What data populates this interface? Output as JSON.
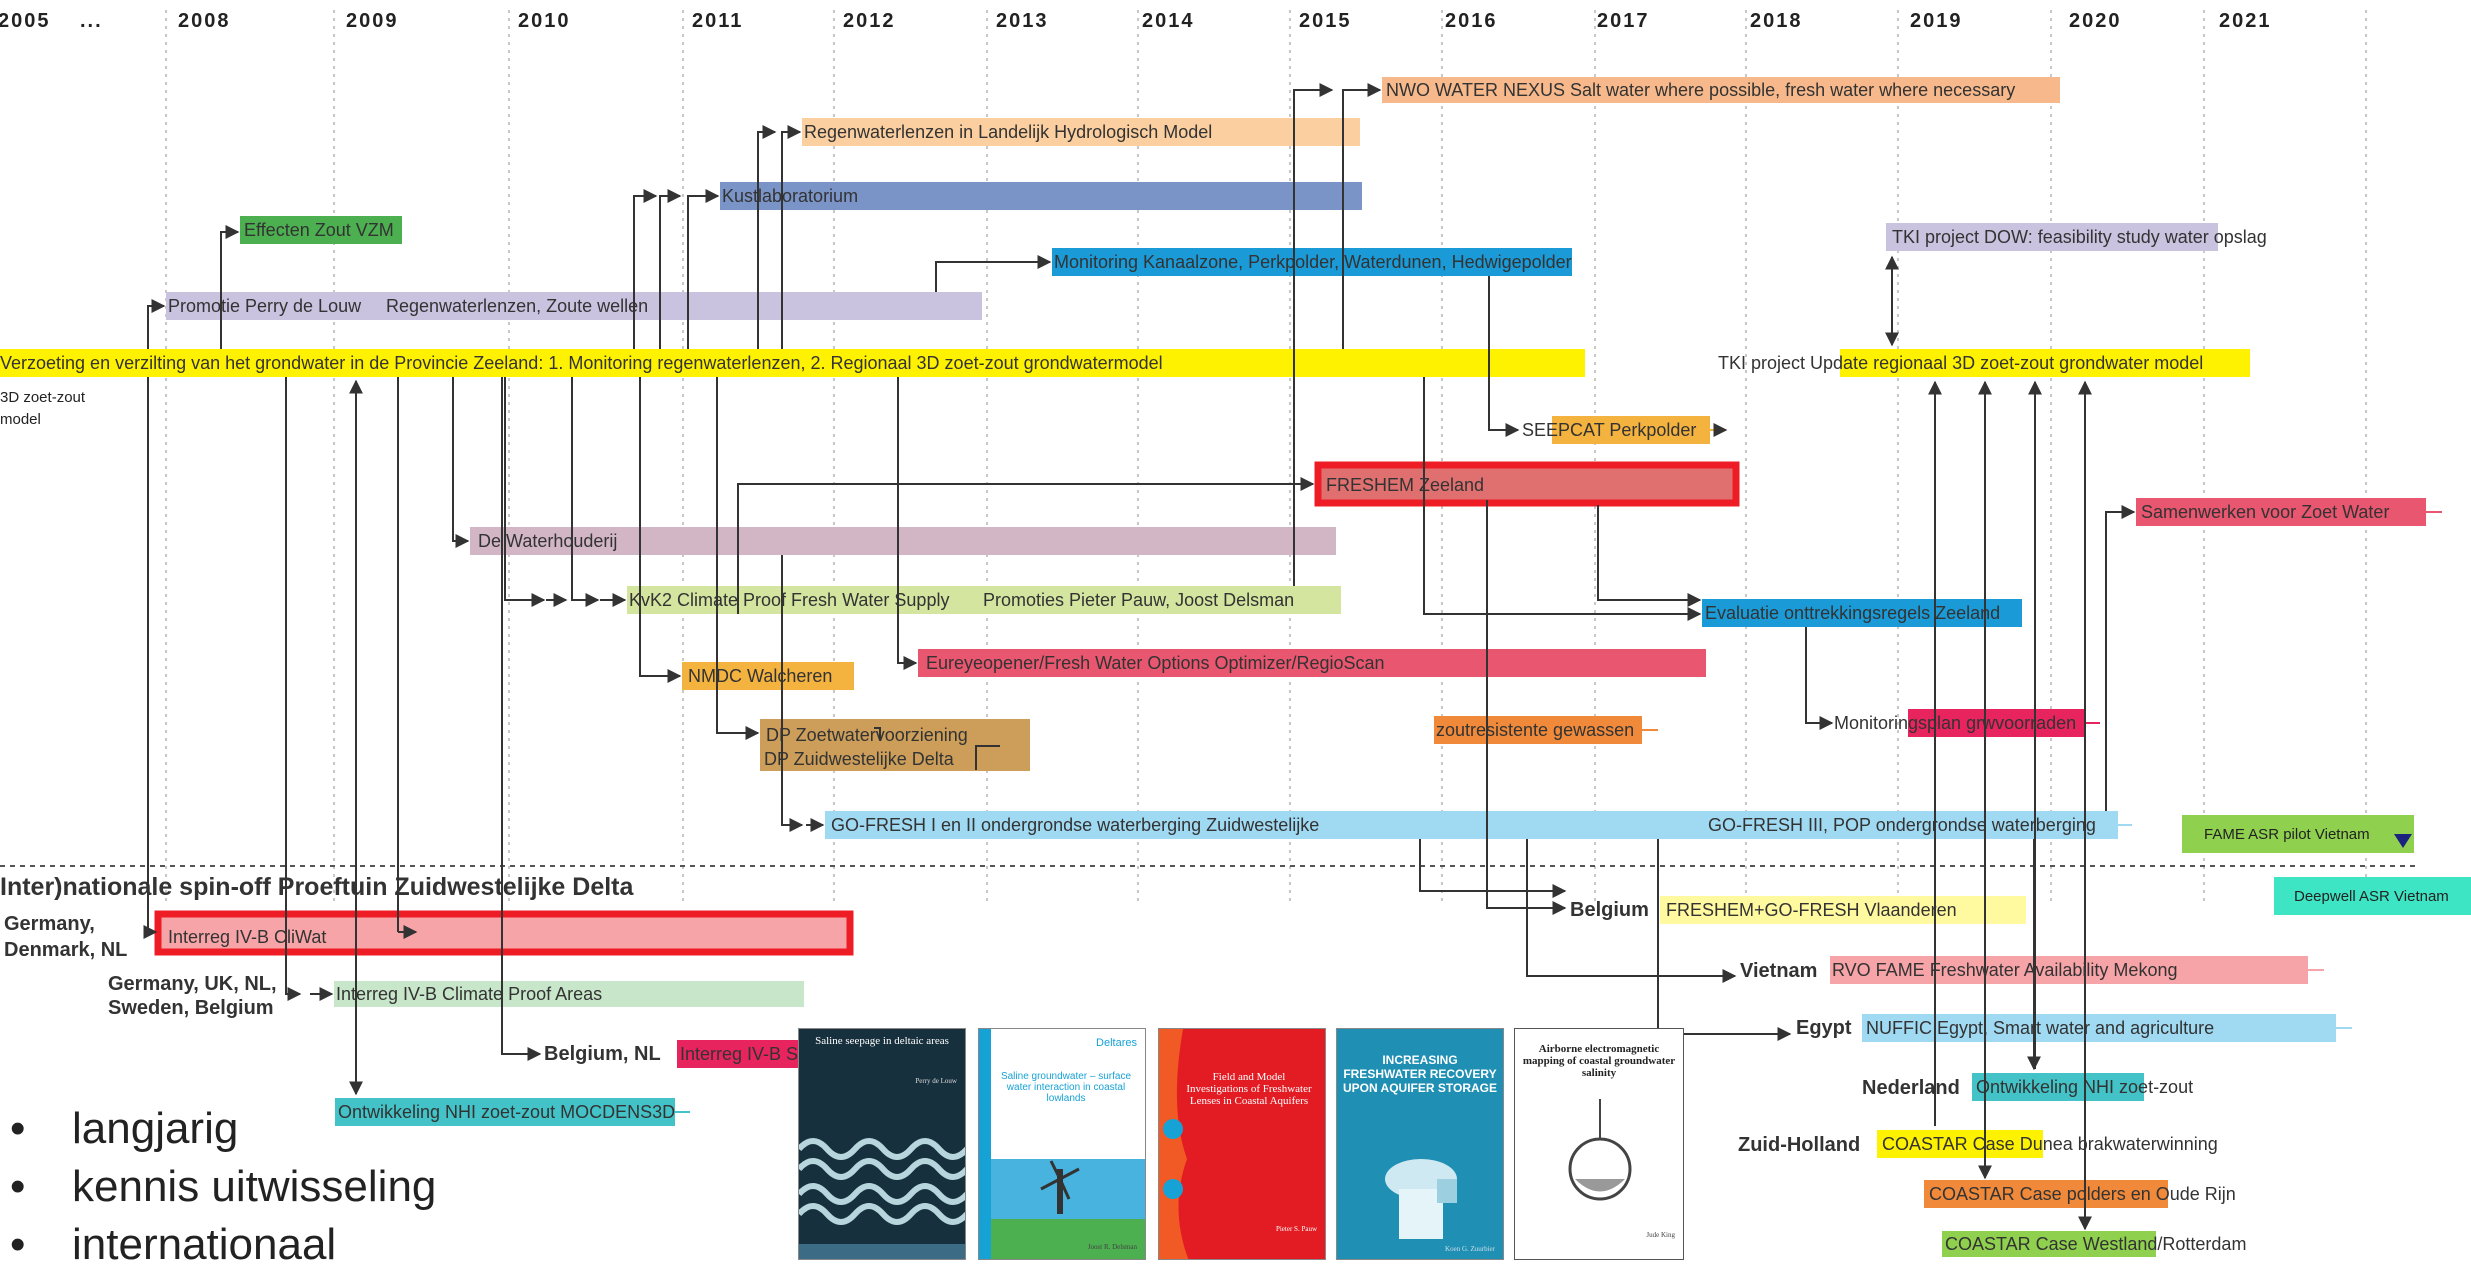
{
  "years": [
    "2005",
    "...",
    "2008",
    "2009",
    "2010",
    "2011",
    "2012",
    "2013",
    "2014",
    "2015",
    "2016",
    "2017",
    "2018",
    "2019",
    "2020",
    "2021"
  ],
  "projects": {
    "nwo_water_nexus": "NWO WATER NEXUS Salt water where possible, fresh water where necessary",
    "regenwaterlenzen_lhm": "Regenwaterlenzen in Landelijk Hydrologisch Model",
    "kustlaboratorium": "Kustlaboratorium",
    "effecten_zout_vzm": "Effecten Zout VZM",
    "monitoring_kanaalzone": "Monitoring Kanaalzone, Perkpolder, Waterdunen, Hedwigepolder",
    "tki_dow": "TKI project DOW: feasibility study water opslag",
    "promotie_perry": "Promotie Perry de Louw",
    "regenwaterlenzen_zoute_wellen": "Regenwaterlenzen, Zoute wellen",
    "verzoeting_main": "Verzoeting en verzilting van het grondwater in de Provincie Zeeland: 1. Monitoring regenwaterlenzen, 2. Regionaal 3D zoet-zout grondwatermodel",
    "tki_update": "TKI project Update regionaal 3D zoet-zout grondwater model",
    "left_clip_line1": "3D zoet-zout",
    "left_clip_line2": "model",
    "seepcat": "SEEPCAT Perkpolder",
    "freshem_zeeland": "FRESHEM Zeeland",
    "samenwerken": "Samenwerken voor Zoet Water",
    "waterhouderij": "De Waterhouderij",
    "kvk2": "KvK2 Climate Proof Fresh Water Supply",
    "promoties_pauw": "Promoties Pieter Pauw, Joost Delsman",
    "evaluatie": "Evaluatie onttrekkingsregels Zeeland",
    "eureyeopener": "Eureyeopener/Fresh Water Options Optimizer/RegioScan",
    "nmdc": "NMDC Walcheren",
    "dp_zoetwater": "DP Zoetwatervoorziening",
    "dp_zuidwestelijke": "DP Zuidwestelijke Delta",
    "zoutresistente": "zoutresistente gewassen",
    "monitoringsplan": "Monitoringsplan grwvoorraden",
    "gofresh_1_2": "GO-FRESH I en II ondergrondse waterberging Zuidwestelijke",
    "gofresh_3": "GO-FRESH III, POP ondergrondse waterberging",
    "fame_asr": "FAME ASR pilot Vietnam",
    "deepwell_asr": "Deepwell ASR Vietnam",
    "interreg_cliwat": "Interreg IV-B CliWat",
    "interreg_cpa": "Interreg IV-B Climate Proof Areas",
    "interreg_ivb_s": "Interreg IV-B S",
    "nhi_mocdens": "Ontwikkeling NHI zoet-zout MOCDENS3D",
    "freshem_gofresh_vl": "FRESHEM+GO-FRESH Vlaanderen",
    "rvo_fame": "RVO FAME Freshwater Availability Mekong",
    "nuffic_egypt": "NUFFIC Egypt, Smart water and agriculture",
    "nhi_zoet_zout": "Ontwikkeling NHI zoet-zout",
    "coastar_dunea": "COASTAR Case Dunea brakwaterwinning",
    "coastar_polders": "COASTAR Case polders en Oude Rijn",
    "coastar_westland": "COASTAR Case Westland/Rotterdam"
  },
  "section_heading": "Inter)nationale spin-off Proeftuin Zuidwestelijke Delta",
  "regions": {
    "gdn_line1": "Germany,",
    "gdn_line2": "Denmark, NL",
    "gusb_line1": "Germany, UK, NL,",
    "gusb_line2": "Sweden, Belgium",
    "belgium_nl": "Belgium, NL",
    "belgium": "Belgium",
    "vietnam": "Vietnam",
    "egypt": "Egypt",
    "nederland": "Nederland",
    "zuid_holland": "Zuid-Holland"
  },
  "bullets": [
    "langjarig",
    "kennis uitwisseling",
    "internationaal"
  ],
  "covers": [
    {
      "title": "Saline seepage in deltaic areas",
      "author": "Perry de Louw"
    },
    {
      "title": "Saline groundwater – surface water interaction in coastal lowlands",
      "author": "Joost R. Delsman",
      "brand": "Deltares"
    },
    {
      "title": "Field and Model Investigations of Freshwater Lenses in Coastal Aquifers",
      "author": "Pieter S. Pauw"
    },
    {
      "title": "INCREASING FRESHWATER RECOVERY UPON AQUIFER STORAGE",
      "author": "Koen G. Zuurbier"
    },
    {
      "title": "Airborne electromagnetic mapping of coastal groundwater salinity",
      "author": "Jude King"
    }
  ],
  "colors": {
    "yellow": "#fff200",
    "lavender": "#c9c3e0",
    "peach": "#fbcfa0",
    "blue": "#7a94c8",
    "green": "#4caf50",
    "cyan": "#1a9ad7",
    "orange": "#f4b23f",
    "pink": "#e07070",
    "red": "#ee1c25",
    "mauve": "#d3b6c6",
    "olive": "#d4e5a0",
    "crimson": "#e8566f",
    "tan": "#cc9e5a",
    "lightblue": "#9fd9f2",
    "teal": "#43c3c8",
    "light_green": "#8fd14f",
    "mint": "#3ee5c4",
    "salmon": "#f7a4a8",
    "deep_orange": "#f08a3a",
    "hot_pink": "#e8245f"
  }
}
